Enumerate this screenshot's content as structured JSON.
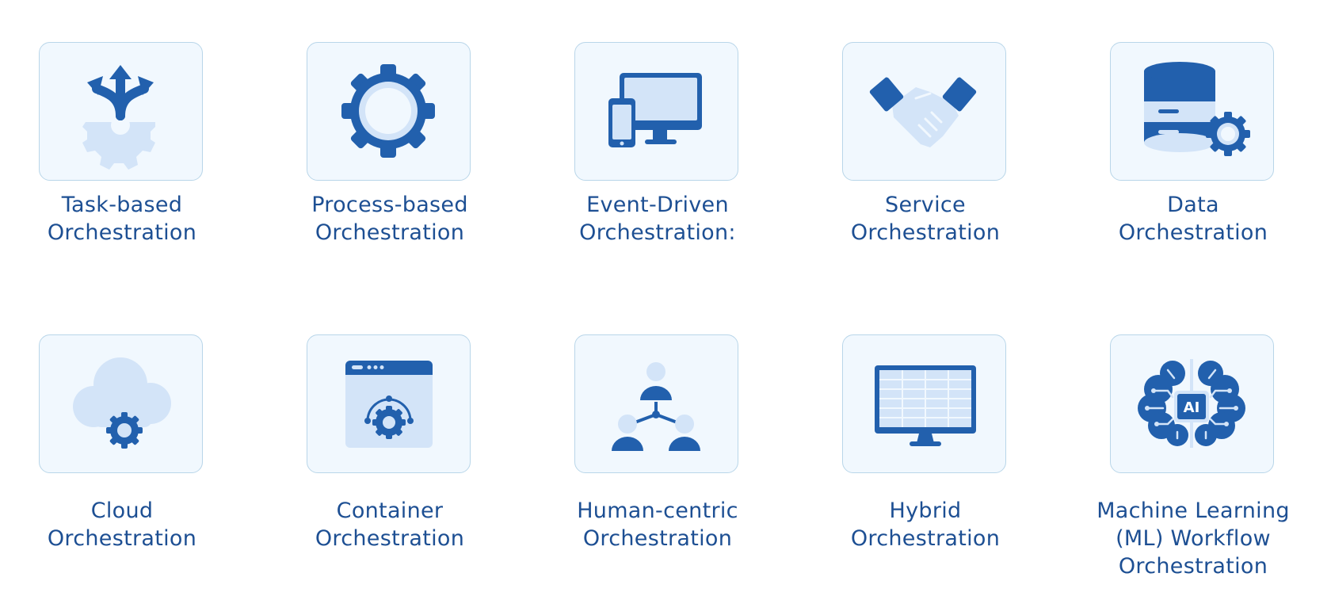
{
  "colors": {
    "primary": "#2260ad",
    "light": "#d3e4f8",
    "tile_bg": "#f1f8fe",
    "tile_border": "#b9d6e9",
    "label": "#1d4f93"
  },
  "items": [
    {
      "icon": "branching-arrows-gear-icon",
      "lines": [
        "Task-based",
        "Orchestration"
      ]
    },
    {
      "icon": "gear-icon",
      "lines": [
        "Process-based",
        "Orchestration"
      ]
    },
    {
      "icon": "devices-icon",
      "lines": [
        "Event-Driven",
        "Orchestration:"
      ]
    },
    {
      "icon": "handshake-icon",
      "lines": [
        "Service",
        "Orchestration"
      ]
    },
    {
      "icon": "database-gear-icon",
      "lines": [
        "Data",
        "Orchestration"
      ]
    },
    {
      "icon": "cloud-gear-icon",
      "lines": [
        "Cloud",
        "Orchestration"
      ]
    },
    {
      "icon": "browser-gear-icon",
      "lines": [
        "Container",
        "Orchestration"
      ]
    },
    {
      "icon": "people-network-icon",
      "lines": [
        "Human-centric",
        "Orchestration"
      ]
    },
    {
      "icon": "monitor-table-icon",
      "lines": [
        "Hybrid",
        "Orchestration"
      ]
    },
    {
      "icon": "ai-brain-icon",
      "lines": [
        "Machine Learning",
        "(ML) Workflow",
        "Orchestration"
      ]
    }
  ]
}
